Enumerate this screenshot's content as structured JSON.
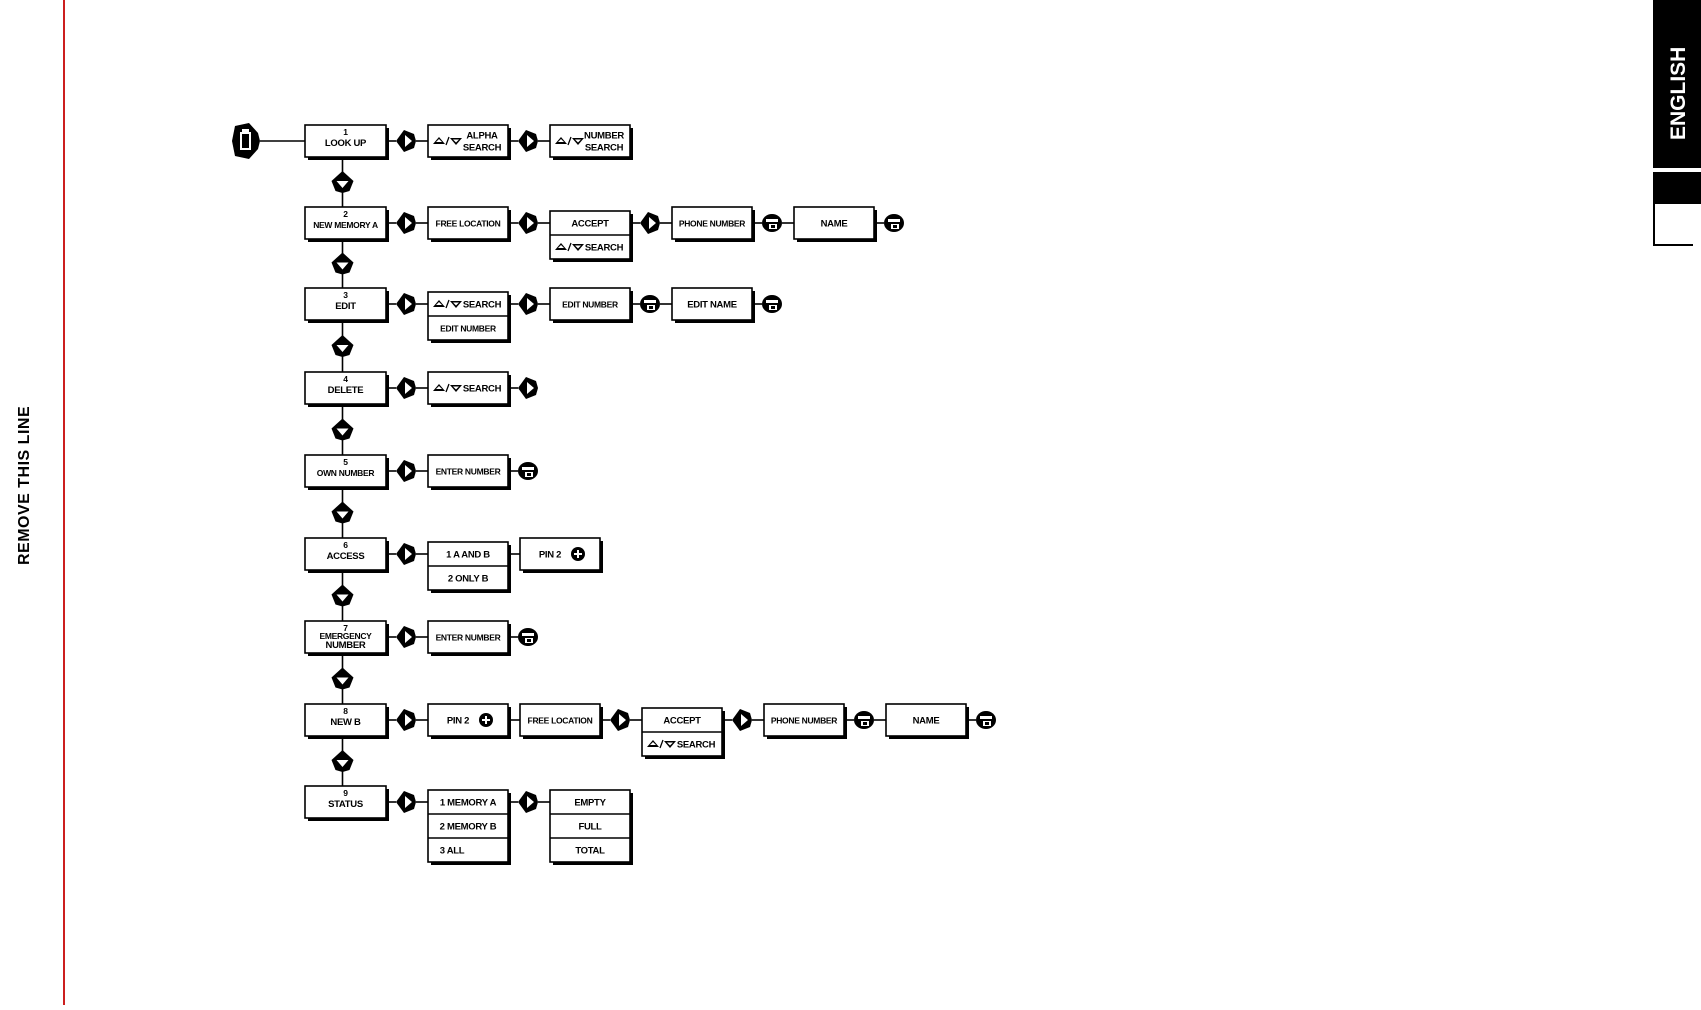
{
  "page": {
    "side_note": "REMOVE THIS LINE",
    "language_tab": "ENGLISH",
    "colors": {
      "margin_line": "#cc1f1f",
      "ink": "#000000",
      "paper": "#ffffff"
    }
  },
  "icons": {
    "start": "phonebook-icon",
    "right": "right-arrow-key-icon",
    "down": "down-arrow-key-icon",
    "store": "store-key-icon",
    "pin": "pin-key-icon",
    "updown": "up-down-scroll-icon"
  },
  "menu": [
    {
      "id": "lookup",
      "number": "1",
      "label": [
        "LOOK UP"
      ],
      "steps": [
        {
          "t": "arrow"
        },
        {
          "t": "box",
          "cells": [
            {
              "updown": true,
              "lines": [
                "ALPHA",
                "SEARCH"
              ]
            }
          ]
        },
        {
          "t": "arrow"
        },
        {
          "t": "box",
          "cells": [
            {
              "updown": true,
              "lines": [
                "NUMBER",
                "SEARCH"
              ]
            }
          ]
        }
      ]
    },
    {
      "id": "new-memory-a",
      "number": "2",
      "label": [
        "NEW MEMORY A"
      ],
      "steps": [
        {
          "t": "arrow"
        },
        {
          "t": "box",
          "cells": [
            {
              "lines": [
                "FREE LOCATION"
              ]
            }
          ]
        },
        {
          "t": "arrow"
        },
        {
          "t": "box",
          "cells": [
            {
              "lines": [
                "ACCEPT"
              ]
            },
            {
              "updown": true,
              "lines": [
                "SEARCH"
              ]
            }
          ]
        },
        {
          "t": "arrow"
        },
        {
          "t": "box",
          "cells": [
            {
              "lines": [
                "PHONE NUMBER"
              ]
            }
          ]
        },
        {
          "t": "store"
        },
        {
          "t": "box",
          "cells": [
            {
              "lines": [
                "NAME"
              ]
            }
          ]
        },
        {
          "t": "store"
        }
      ]
    },
    {
      "id": "edit",
      "number": "3",
      "label": [
        "EDIT"
      ],
      "steps": [
        {
          "t": "arrow"
        },
        {
          "t": "box",
          "cells": [
            {
              "updown": true,
              "lines": [
                "SEARCH"
              ]
            },
            {
              "lines": [
                "EDIT NUMBER"
              ]
            }
          ]
        },
        {
          "t": "arrow"
        },
        {
          "t": "box",
          "cells": [
            {
              "lines": [
                "EDIT NUMBER"
              ]
            }
          ]
        },
        {
          "t": "store"
        },
        {
          "t": "box",
          "cells": [
            {
              "lines": [
                "EDIT NAME"
              ]
            }
          ]
        },
        {
          "t": "store"
        }
      ]
    },
    {
      "id": "delete",
      "number": "4",
      "label": [
        "DELETE"
      ],
      "steps": [
        {
          "t": "arrow"
        },
        {
          "t": "box",
          "cells": [
            {
              "updown": true,
              "lines": [
                "SEARCH"
              ]
            }
          ]
        },
        {
          "t": "arrow"
        }
      ]
    },
    {
      "id": "own-number",
      "number": "5",
      "label": [
        "OWN NUMBER"
      ],
      "steps": [
        {
          "t": "arrow"
        },
        {
          "t": "box",
          "cells": [
            {
              "lines": [
                "ENTER NUMBER"
              ]
            }
          ]
        },
        {
          "t": "store"
        }
      ]
    },
    {
      "id": "access",
      "number": "6",
      "label": [
        "ACCESS"
      ],
      "steps": [
        {
          "t": "arrow"
        },
        {
          "t": "box",
          "cells": [
            {
              "lines": [
                "1 A AND B"
              ]
            },
            {
              "lines": [
                "2 ONLY B"
              ]
            }
          ]
        },
        {
          "t": "box",
          "cells": [
            {
              "pin": true,
              "lines": [
                "PIN 2"
              ]
            }
          ]
        }
      ]
    },
    {
      "id": "emergency-number",
      "number": "7",
      "label": [
        "EMERGENCY",
        "NUMBER"
      ],
      "steps": [
        {
          "t": "arrow"
        },
        {
          "t": "box",
          "cells": [
            {
              "lines": [
                "ENTER NUMBER"
              ]
            }
          ]
        },
        {
          "t": "store"
        }
      ]
    },
    {
      "id": "new-b",
      "number": "8",
      "label": [
        "NEW B"
      ],
      "steps": [
        {
          "t": "arrow"
        },
        {
          "t": "box",
          "cells": [
            {
              "pin": true,
              "lines": [
                "PIN 2"
              ]
            }
          ]
        },
        {
          "t": "box",
          "cells": [
            {
              "lines": [
                "FREE LOCATION"
              ]
            }
          ]
        },
        {
          "t": "arrow"
        },
        {
          "t": "box",
          "cells": [
            {
              "lines": [
                "ACCEPT"
              ]
            },
            {
              "updown": true,
              "lines": [
                "SEARCH"
              ]
            }
          ]
        },
        {
          "t": "arrow"
        },
        {
          "t": "box",
          "cells": [
            {
              "lines": [
                "PHONE NUMBER"
              ]
            }
          ]
        },
        {
          "t": "store"
        },
        {
          "t": "box",
          "cells": [
            {
              "lines": [
                "NAME"
              ]
            }
          ]
        },
        {
          "t": "store"
        }
      ]
    },
    {
      "id": "status",
      "number": "9",
      "label": [
        "STATUS"
      ],
      "steps": [
        {
          "t": "arrow"
        },
        {
          "t": "box",
          "cells": [
            {
              "lines": [
                "1 MEMORY A"
              ]
            },
            {
              "lines": [
                "2 MEMORY B"
              ]
            },
            {
              "lines": [
                "3 ALL"
              ],
              "align": "left"
            }
          ]
        },
        {
          "t": "arrow"
        },
        {
          "t": "box",
          "cells": [
            {
              "lines": [
                "EMPTY"
              ]
            },
            {
              "lines": [
                "FULL"
              ]
            },
            {
              "lines": [
                "TOTAL"
              ]
            }
          ]
        }
      ]
    }
  ]
}
